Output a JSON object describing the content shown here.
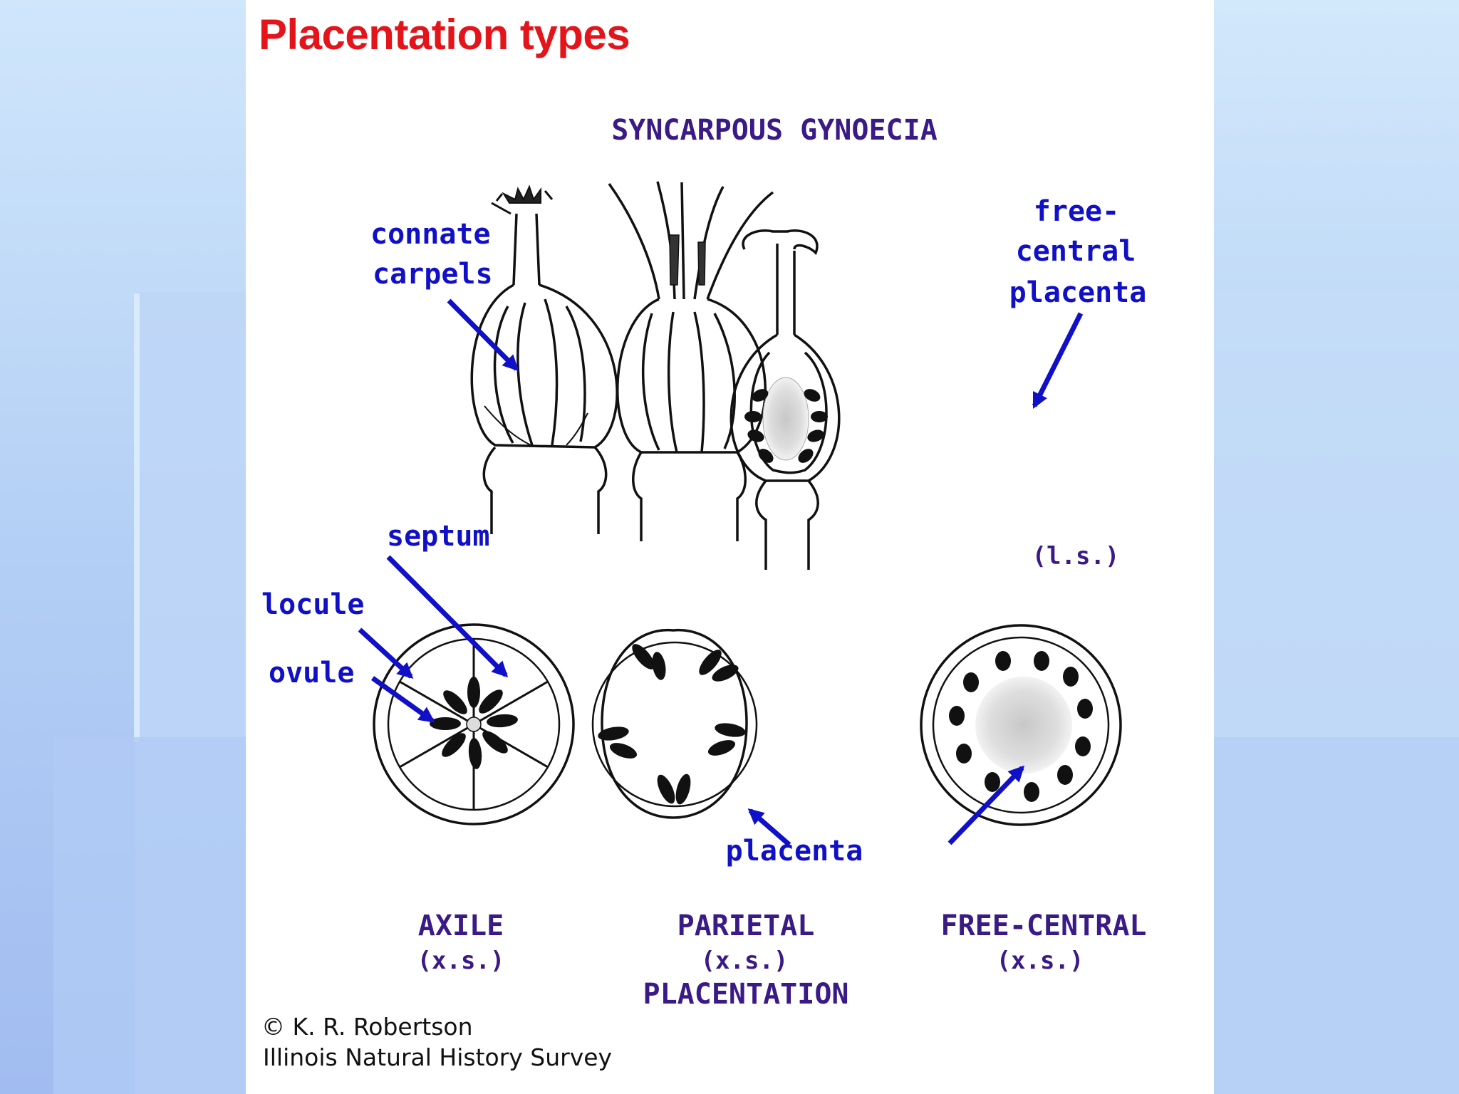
{
  "slide": {
    "title": "Placentation types"
  },
  "figure": {
    "heading": "SYNCARPOUS GYNOECIA",
    "labels": {
      "connate_1": "connate",
      "connate_2": "carpels",
      "free_1": "free-",
      "free_2": "central",
      "free_3": "placenta",
      "ls": "(l.s.)",
      "septum": "septum",
      "locule": "locule",
      "ovule": "ovule",
      "placenta": "placenta"
    },
    "captions": {
      "axile": "AXILE",
      "axile_xs": "(x.s.)",
      "parietal": "PARIETAL",
      "parietal_xs": "(x.s.)",
      "free_central": "FREE-CENTRAL",
      "free_central_xs": "(x.s.)",
      "placentation": "PLACENTATION"
    },
    "credit": {
      "line1": "© K. R. Robertson",
      "line2": "Illinois Natural History Survey"
    }
  },
  "colors": {
    "title_red": "#e4141b",
    "label_blue": "#1010c8",
    "caption_purple": "#3a1a86",
    "panel_white": "#ffffff"
  }
}
